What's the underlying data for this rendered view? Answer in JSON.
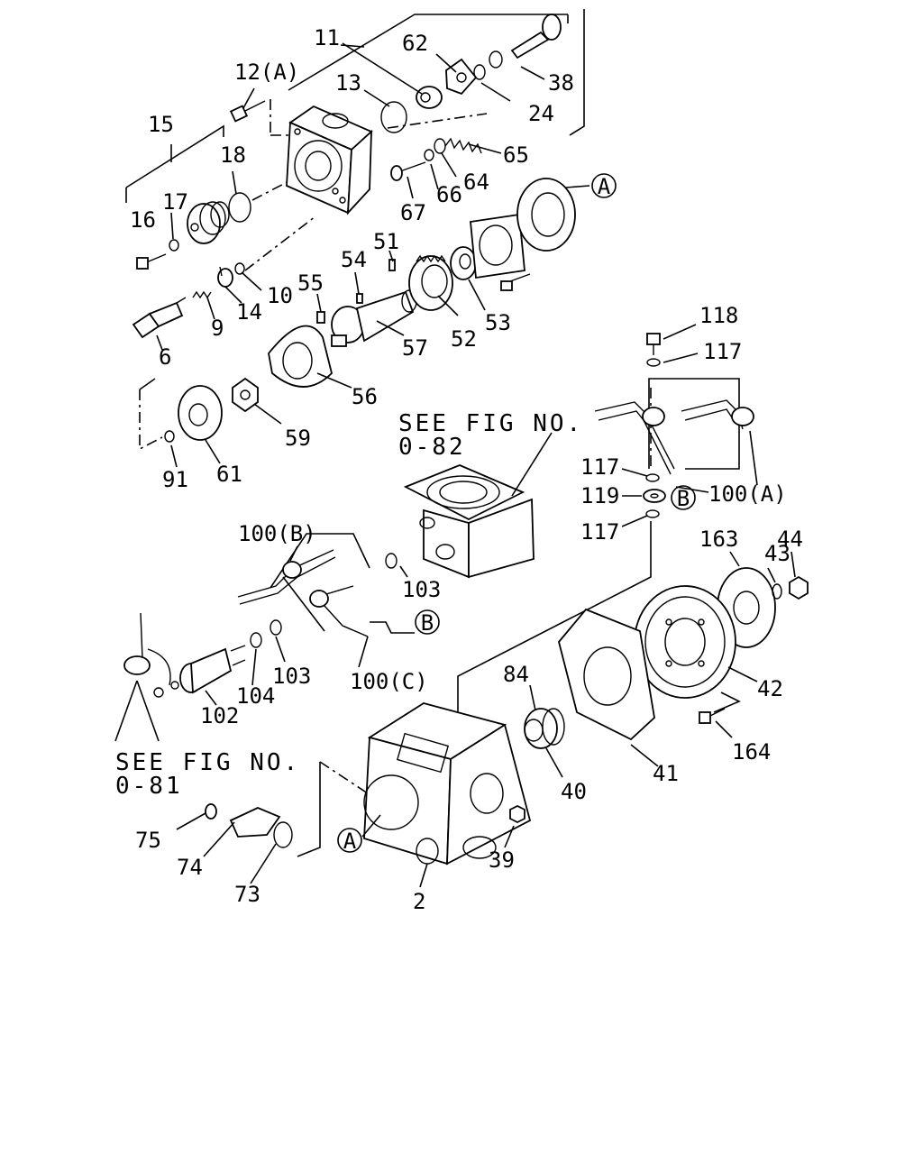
{
  "diagram": {
    "labels": [
      {
        "id": "11",
        "text": "11"
      },
      {
        "id": "12a",
        "text": "12(A)"
      },
      {
        "id": "13",
        "text": "13"
      },
      {
        "id": "62",
        "text": "62"
      },
      {
        "id": "38",
        "text": "38"
      },
      {
        "id": "24",
        "text": "24"
      },
      {
        "id": "65",
        "text": "65"
      },
      {
        "id": "64",
        "text": "64"
      },
      {
        "id": "66",
        "text": "66"
      },
      {
        "id": "67",
        "text": "67"
      },
      {
        "id": "15",
        "text": "15"
      },
      {
        "id": "18",
        "text": "18"
      },
      {
        "id": "17",
        "text": "17"
      },
      {
        "id": "16",
        "text": "16"
      },
      {
        "id": "10",
        "text": "10"
      },
      {
        "id": "14",
        "text": "14"
      },
      {
        "id": "9",
        "text": "9"
      },
      {
        "id": "6",
        "text": "6"
      },
      {
        "id": "51",
        "text": "51"
      },
      {
        "id": "54",
        "text": "54"
      },
      {
        "id": "55",
        "text": "55"
      },
      {
        "id": "57",
        "text": "57"
      },
      {
        "id": "52",
        "text": "52"
      },
      {
        "id": "53",
        "text": "53"
      },
      {
        "id": "56",
        "text": "56"
      },
      {
        "id": "59",
        "text": "59"
      },
      {
        "id": "61",
        "text": "61"
      },
      {
        "id": "91",
        "text": "91"
      },
      {
        "id": "118",
        "text": "118"
      },
      {
        "id": "117a",
        "text": "117"
      },
      {
        "id": "117b",
        "text": "117"
      },
      {
        "id": "119",
        "text": "119"
      },
      {
        "id": "117c",
        "text": "117"
      },
      {
        "id": "100a",
        "text": "100(A)"
      },
      {
        "id": "100b",
        "text": "100(B)"
      },
      {
        "id": "103a",
        "text": "103"
      },
      {
        "id": "103b",
        "text": "103"
      },
      {
        "id": "100c",
        "text": "100(C)"
      },
      {
        "id": "104",
        "text": "104"
      },
      {
        "id": "102",
        "text": "102"
      },
      {
        "id": "163",
        "text": "163"
      },
      {
        "id": "43",
        "text": "43"
      },
      {
        "id": "44",
        "text": "44"
      },
      {
        "id": "42",
        "text": "42"
      },
      {
        "id": "84",
        "text": "84"
      },
      {
        "id": "164",
        "text": "164"
      },
      {
        "id": "40",
        "text": "40"
      },
      {
        "id": "41",
        "text": "41"
      },
      {
        "id": "75",
        "text": "75"
      },
      {
        "id": "74",
        "text": "74"
      },
      {
        "id": "73",
        "text": "73"
      },
      {
        "id": "39",
        "text": "39"
      },
      {
        "id": "2",
        "text": "2"
      }
    ],
    "callouts": {
      "a_top": "A",
      "a_bottom": "A",
      "b_right": "B",
      "b_left": "B"
    },
    "references": {
      "fig82_line1": "SEE FIG NO.",
      "fig82_line2": "0-82",
      "fig81_line1": "SEE FIG NO.",
      "fig81_line2": "0-81"
    }
  }
}
